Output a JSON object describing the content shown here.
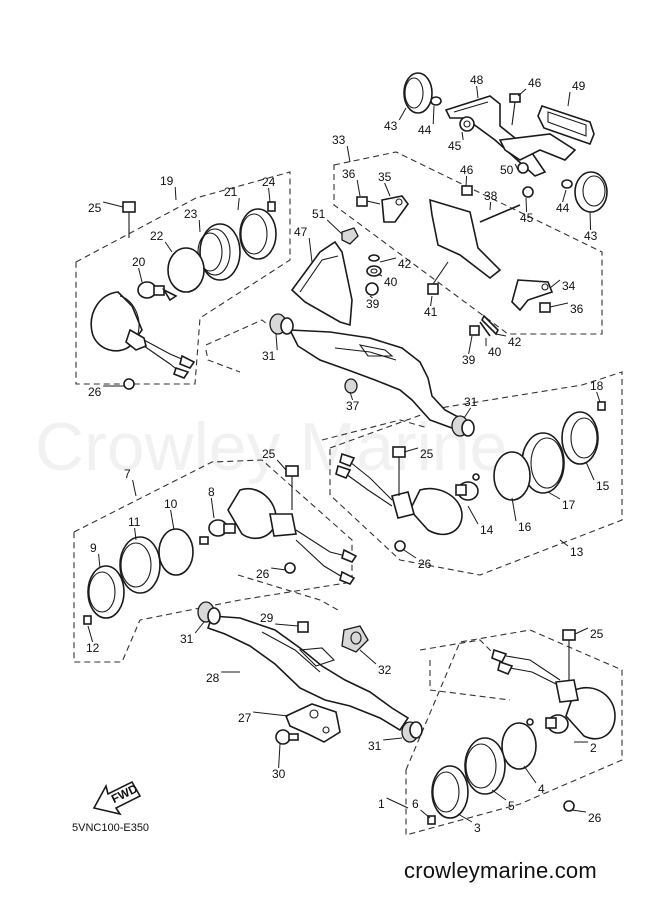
{
  "diagram": {
    "watermark": "Crowley Marine",
    "diagram_code": "5VNC100-E350",
    "website": "crowleymarine.com",
    "fwd_label": "FWD",
    "callouts": [
      {
        "id": "1",
        "label": "1"
      },
      {
        "id": "2",
        "label": "2"
      },
      {
        "id": "3",
        "label": "3"
      },
      {
        "id": "4",
        "label": "4"
      },
      {
        "id": "5",
        "label": "5"
      },
      {
        "id": "6",
        "label": "6"
      },
      {
        "id": "7",
        "label": "7"
      },
      {
        "id": "8",
        "label": "8"
      },
      {
        "id": "9",
        "label": "9"
      },
      {
        "id": "10",
        "label": "10"
      },
      {
        "id": "11",
        "label": "11"
      },
      {
        "id": "12",
        "label": "12"
      },
      {
        "id": "13",
        "label": "13"
      },
      {
        "id": "14",
        "label": "14"
      },
      {
        "id": "15",
        "label": "15"
      },
      {
        "id": "16",
        "label": "16"
      },
      {
        "id": "17",
        "label": "17"
      },
      {
        "id": "18",
        "label": "18"
      },
      {
        "id": "19",
        "label": "19"
      },
      {
        "id": "20",
        "label": "20"
      },
      {
        "id": "21",
        "label": "21"
      },
      {
        "id": "22",
        "label": "22"
      },
      {
        "id": "23",
        "label": "23"
      },
      {
        "id": "24",
        "label": "24"
      },
      {
        "id": "25a",
        "label": "25"
      },
      {
        "id": "25b",
        "label": "25"
      },
      {
        "id": "25c",
        "label": "25"
      },
      {
        "id": "25d",
        "label": "25"
      },
      {
        "id": "26a",
        "label": "26"
      },
      {
        "id": "26b",
        "label": "26"
      },
      {
        "id": "26c",
        "label": "26"
      },
      {
        "id": "26d",
        "label": "26"
      },
      {
        "id": "27",
        "label": "27"
      },
      {
        "id": "28",
        "label": "28"
      },
      {
        "id": "29",
        "label": "29"
      },
      {
        "id": "30",
        "label": "30"
      },
      {
        "id": "31a",
        "label": "31"
      },
      {
        "id": "31b",
        "label": "31"
      },
      {
        "id": "31c",
        "label": "31"
      },
      {
        "id": "31d",
        "label": "31"
      },
      {
        "id": "32",
        "label": "32"
      },
      {
        "id": "33",
        "label": "33"
      },
      {
        "id": "34",
        "label": "34"
      },
      {
        "id": "35",
        "label": "35"
      },
      {
        "id": "36a",
        "label": "36"
      },
      {
        "id": "36b",
        "label": "36"
      },
      {
        "id": "37",
        "label": "37"
      },
      {
        "id": "38",
        "label": "38"
      },
      {
        "id": "39a",
        "label": "39"
      },
      {
        "id": "39b",
        "label": "39"
      },
      {
        "id": "40a",
        "label": "40"
      },
      {
        "id": "40b",
        "label": "40"
      },
      {
        "id": "41",
        "label": "41"
      },
      {
        "id": "42a",
        "label": "42"
      },
      {
        "id": "42b",
        "label": "42"
      },
      {
        "id": "43a",
        "label": "43"
      },
      {
        "id": "43b",
        "label": "43"
      },
      {
        "id": "44a",
        "label": "44"
      },
      {
        "id": "44b",
        "label": "44"
      },
      {
        "id": "45a",
        "label": "45"
      },
      {
        "id": "45b",
        "label": "45"
      },
      {
        "id": "46a",
        "label": "46"
      },
      {
        "id": "46b",
        "label": "46"
      },
      {
        "id": "47",
        "label": "47"
      },
      {
        "id": "48",
        "label": "48"
      },
      {
        "id": "49",
        "label": "49"
      },
      {
        "id": "50",
        "label": "50"
      },
      {
        "id": "51",
        "label": "51"
      }
    ]
  }
}
